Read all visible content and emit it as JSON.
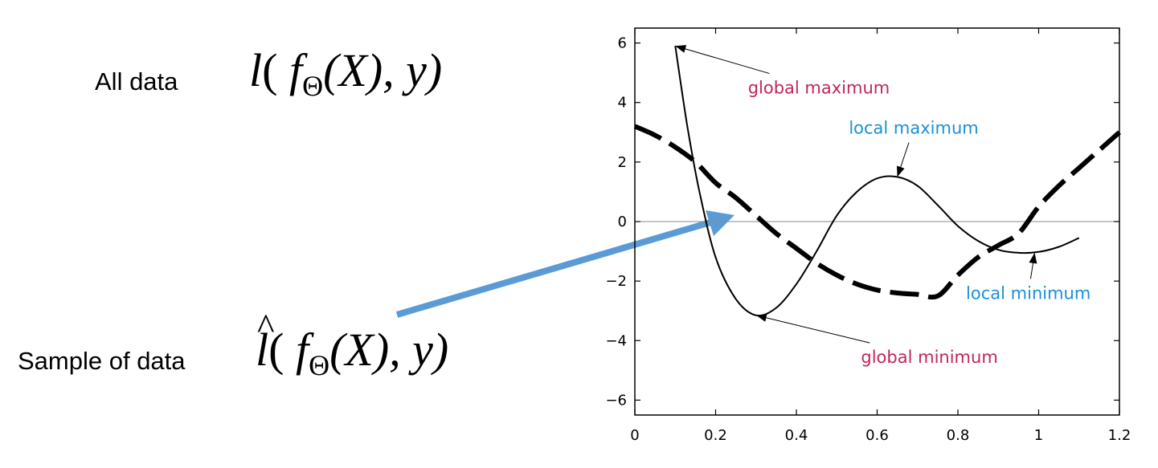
{
  "left": {
    "all_label": "All data",
    "sample_label": "Sample of data",
    "all_formula": {
      "fn": "l",
      "sub": "Θ",
      "args": "(X), y)"
    },
    "sample_formula": {
      "fn": "l",
      "sub": "Θ",
      "args": "(X), y)"
    }
  },
  "colors": {
    "annot_red": "#c2255c",
    "annot_blue": "#1b8fd8",
    "arrow_blue": "#5b9bd5"
  },
  "chart_data": {
    "type": "line",
    "xlim": [
      0,
      1.2
    ],
    "ylim": [
      -6.5,
      6.5
    ],
    "xticks": [
      0,
      0.2,
      0.4,
      0.6,
      0.8,
      1,
      1.2
    ],
    "xtick_labels": [
      "0",
      "0.2",
      "0.4",
      "0.6",
      "0.8",
      "1",
      "1.2"
    ],
    "yticks": [
      -6,
      -4,
      -2,
      0,
      2,
      4,
      6
    ],
    "ytick_labels": [
      "−6",
      "−4",
      "−2",
      "0",
      "2",
      "4",
      "6"
    ],
    "zero_line": true,
    "series": [
      {
        "style": "solid",
        "x": [
          0.1,
          0.13,
          0.16,
          0.2,
          0.25,
          0.3,
          0.35,
          0.4,
          0.45,
          0.5,
          0.55,
          0.6,
          0.65,
          0.7,
          0.75,
          0.8,
          0.85,
          0.9,
          0.95,
          1.0,
          1.05,
          1.1
        ],
        "y": [
          5.9,
          3.2,
          1.0,
          -1.2,
          -2.6,
          -3.15,
          -2.9,
          -2.1,
          -1.0,
          0.2,
          1.0,
          1.45,
          1.5,
          1.2,
          0.55,
          -0.15,
          -0.65,
          -0.95,
          -1.05,
          -1.02,
          -0.85,
          -0.55
        ]
      },
      {
        "style": "dashed",
        "x": [
          0.0,
          0.05,
          0.1,
          0.15,
          0.2,
          0.25,
          0.3,
          0.35,
          0.4,
          0.45,
          0.5,
          0.55,
          0.6,
          0.65,
          0.7,
          0.75,
          0.8,
          0.85,
          0.9,
          0.95,
          1.0,
          1.05,
          1.1,
          1.15,
          1.2
        ],
        "y": [
          3.2,
          2.9,
          2.5,
          2.0,
          1.3,
          0.8,
          0.2,
          -0.4,
          -0.9,
          -1.4,
          -1.8,
          -2.1,
          -2.3,
          -2.4,
          -2.45,
          -2.5,
          -1.8,
          -1.2,
          -0.8,
          -0.4,
          0.5,
          1.2,
          1.8,
          2.4,
          3.0
        ]
      }
    ],
    "annotations": [
      {
        "text": "global maximum",
        "color": "red",
        "x": 0.1,
        "y": 5.9,
        "text_x": 0.28,
        "text_y": 4.3
      },
      {
        "text": "local maximum",
        "color": "blue",
        "x": 0.65,
        "y": 1.5,
        "text_x": 0.53,
        "text_y": 2.95
      },
      {
        "text": "local minimum",
        "color": "blue",
        "x": 0.99,
        "y": -1.05,
        "text_x": 0.82,
        "text_y": -2.6
      },
      {
        "text": "global minimum",
        "color": "red",
        "x": 0.3,
        "y": -3.15,
        "text_x": 0.56,
        "text_y": -4.75
      }
    ]
  }
}
